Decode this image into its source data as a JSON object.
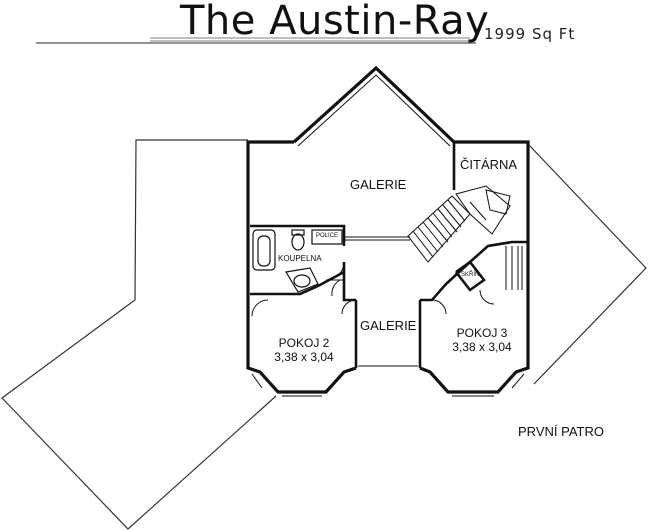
{
  "header": {
    "title": "The Austin-Ray",
    "area": "1999 Sq Ft"
  },
  "rooms": {
    "galerie_top": "GALERIE",
    "citarna": "ČITÁRNA",
    "police": "POLICE",
    "koupelna": "KOUPELNA",
    "galerie_mid": "GALERIE",
    "pokoj2": {
      "name": "POKOJ 2",
      "size": "3,38 x 3,04"
    },
    "pokoj3": {
      "name": "POKOJ 3",
      "size": "3,38 x 3,04"
    },
    "closet_small": "SKŘÍŇ"
  },
  "floor_label": "PRVNÍ PATRO"
}
